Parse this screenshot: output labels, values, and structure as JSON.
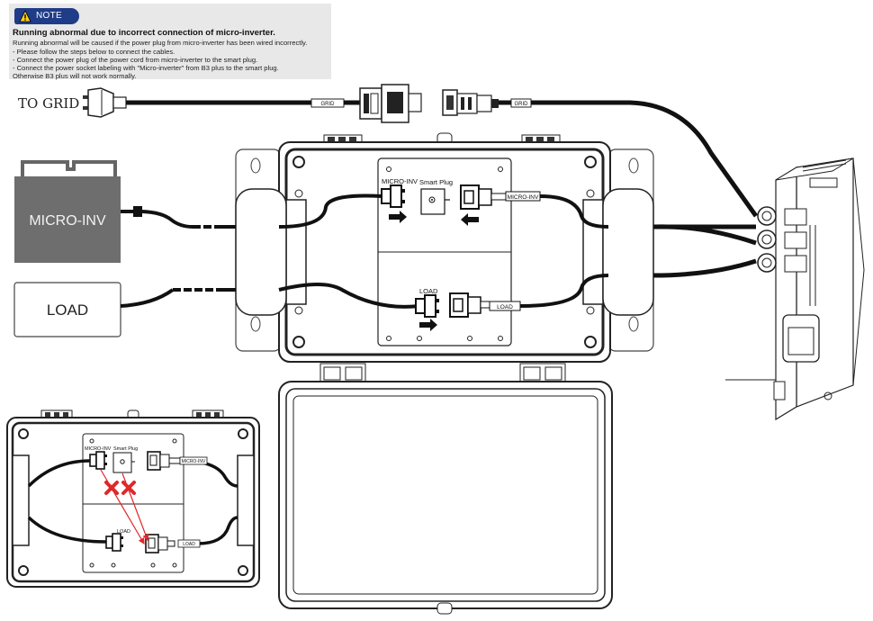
{
  "note": {
    "badge": "NOTE",
    "title": "Running abnormal due to incorrect connection of micro-inverter.",
    "lines": [
      "Running abnormal will be caused if the power plug from micro-inverter has been wired incorrectly.",
      "- Please follow the steps below to connect the cables.",
      "- Connect the power plug of the power cord from micro-inverter to the smart plug.",
      "- Connect the power socket labeling with \"Micro-inverter\" from B3 plus to the smart plug.",
      "Otherwise B3 plus will not work normally."
    ]
  },
  "labels": {
    "to_grid": "TO GRID",
    "grid_tag_1": "GRID",
    "grid_tag_2": "GRID",
    "micro_inv_box": "MICRO-INV",
    "load_box": "LOAD"
  },
  "main_box": {
    "micro_inv_plug": "MICRO-INV",
    "smart_plug": "Smart Plug",
    "micro_inv_tag": "MICRO-INV",
    "load_plug": "LOAD",
    "load_tag": "LOAD"
  },
  "wrong_box": {
    "micro_inv_plug": "MICRO-INV",
    "smart_plug": "Smart Plug",
    "micro_inv_tag": "MICRO-INV",
    "load_plug": "LOAD",
    "load_tag": "LOAD"
  },
  "colors": {
    "note_badge": "#1f3c88",
    "cross": "#e0282a",
    "inverter_box": "#6e6e6e"
  }
}
